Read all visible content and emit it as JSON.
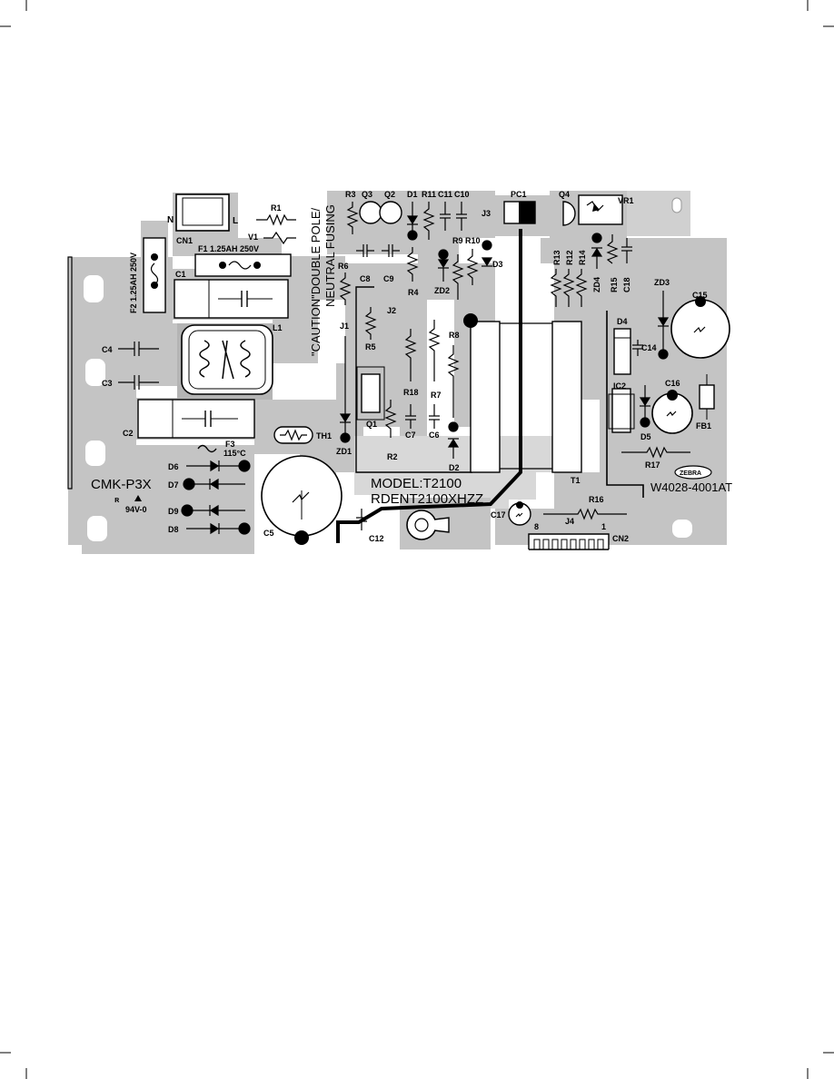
{
  "board": {
    "model_line": "MODEL:T2100",
    "part_line": "RDENT2100XHZZ",
    "board_code": "W4028-4001AT",
    "maker_logo": "ZEBRA",
    "material_code": "CMK-P3X",
    "flame_rating": "94V-0",
    "caution_line1": "\"CAUTION\"DOUBLE POLE/",
    "caution_line2": "NEUTRAL FUSING"
  },
  "fuses": {
    "f1": "F1 1.25AH 250V",
    "f2": "F2  1.25AH 250V",
    "f3_name": "F3",
    "f3_temp": "115°C"
  },
  "connector_pins": {
    "n": "N",
    "l": "L",
    "pin8": "8",
    "pin1": "1"
  },
  "labels": {
    "CN1": "CN1",
    "CN2": "CN2",
    "R1": "R1",
    "V1": "V1",
    "C1": "C1",
    "L1": "L1",
    "C2": "C2",
    "C3": "C3",
    "C4": "C4",
    "C5": "C5",
    "TH1": "TH1",
    "D6": "D6",
    "D7": "D7",
    "D9": "D9",
    "D8": "D8",
    "R3": "R3",
    "Q3": "Q3",
    "Q2": "Q2",
    "D1": "D1",
    "R11": "R11",
    "C11": "C11",
    "C10": "C10",
    "J3": "J3",
    "R9": "R9",
    "R10": "R10",
    "D3": "D3",
    "ZD2": "ZD2",
    "C8": "C8",
    "C9": "C9",
    "R4": "R4",
    "R6": "R6",
    "R5": "R5",
    "J1": "J1",
    "J2": "J2",
    "R8": "R8",
    "R7": "R7",
    "R18": "R18",
    "C7": "C7",
    "C6": "C6",
    "D2": "D2",
    "Q1": "Q1",
    "ZD1": "ZD1",
    "R2": "R2",
    "PC1": "PC1",
    "Q4": "Q4",
    "VR1": "VR1",
    "R13": "R13",
    "R12": "R12",
    "R14": "R14",
    "ZD4": "ZD4",
    "R15": "R15",
    "C18": "C18",
    "ZD3": "ZD3",
    "C15": "C15",
    "D4": "D4",
    "C14": "C14",
    "IC2": "IC2",
    "C16": "C16",
    "D5": "D5",
    "FB1": "FB1",
    "R17": "R17",
    "T1": "T1",
    "C12": "C12",
    "C17": "C17",
    "R16": "R16",
    "J4": "J4"
  }
}
